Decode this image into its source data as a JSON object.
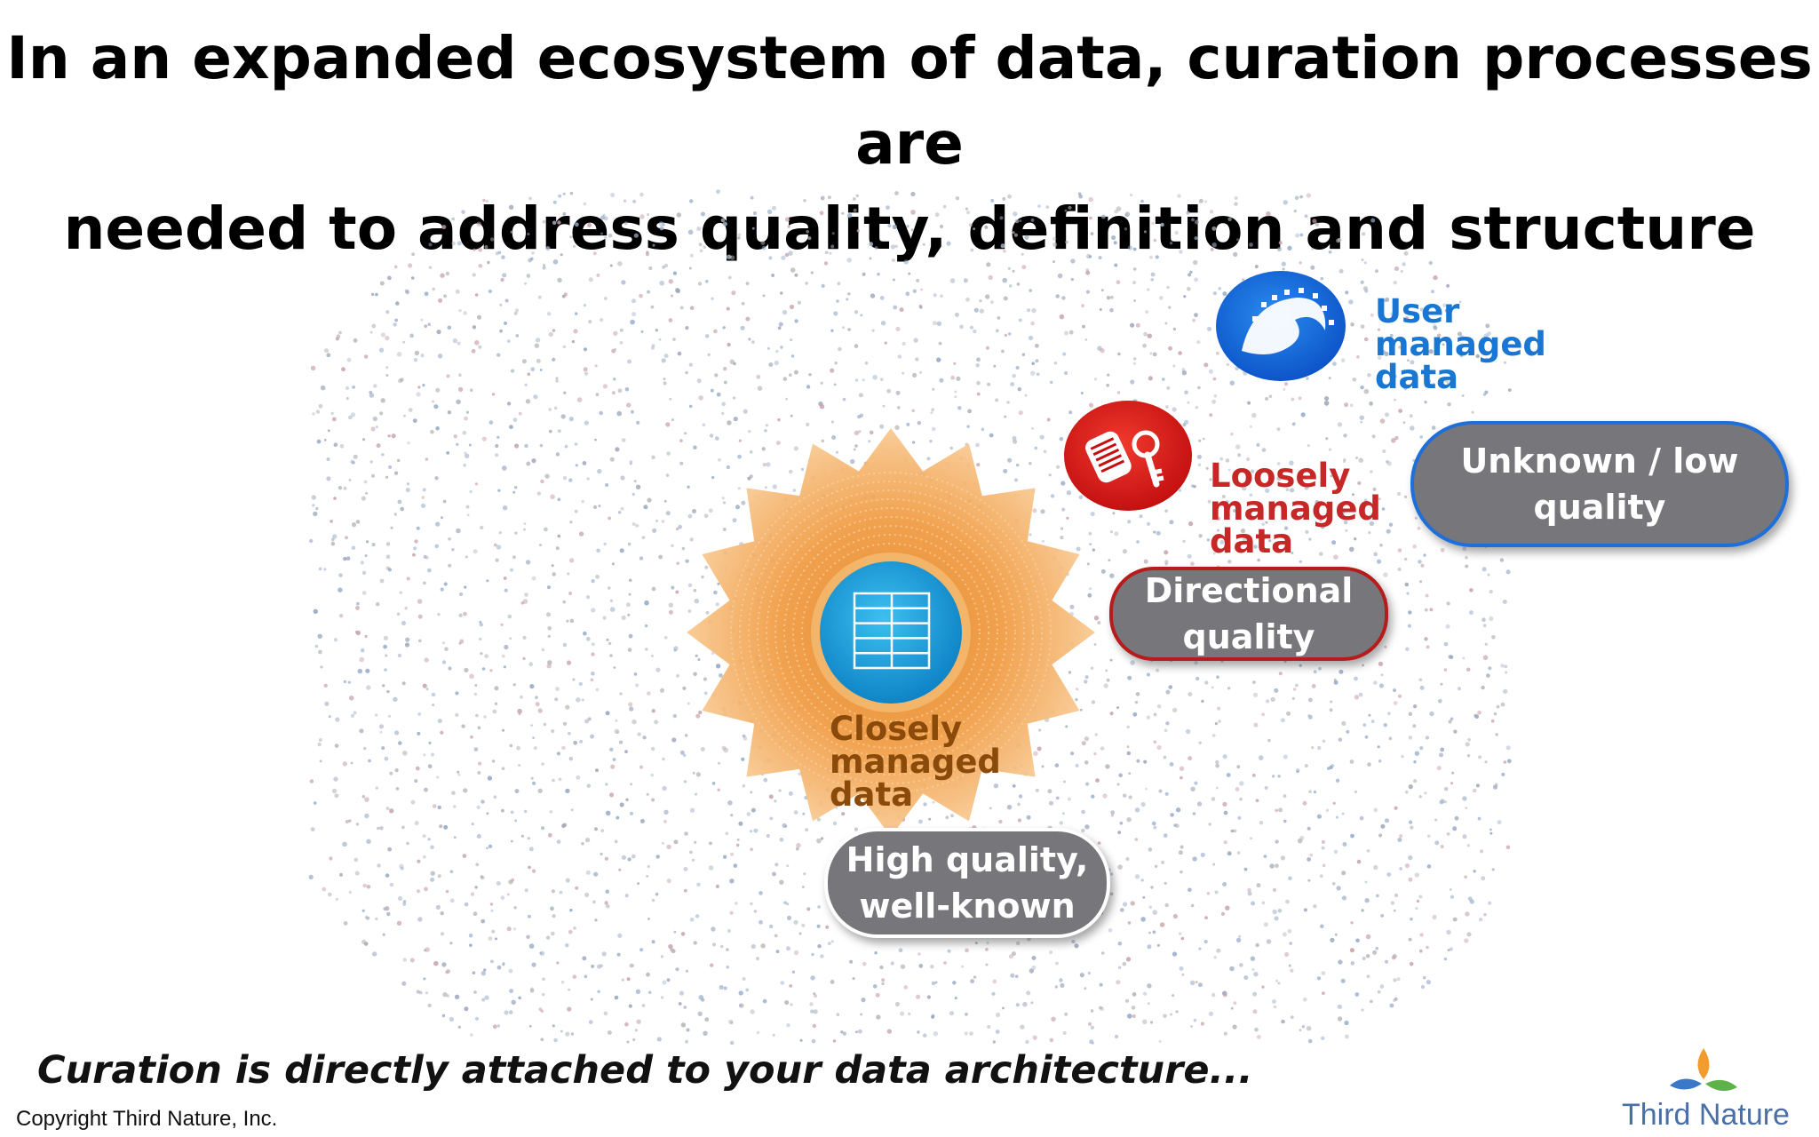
{
  "title": {
    "line1": "In an expanded ecosystem of data, curation processes are",
    "line2": "needed to address quality, definition and structure"
  },
  "categories": [
    {
      "id": "user",
      "lines": [
        "User",
        "managed",
        "data"
      ],
      "color": "#1976d2",
      "icon": "data-wave-icon"
    },
    {
      "id": "loose",
      "lines": [
        "Loosely",
        "managed",
        "data"
      ],
      "color": "#c62828",
      "icon": "tag-key-icon"
    },
    {
      "id": "close",
      "lines": [
        "Closely",
        "managed",
        "data"
      ],
      "color": "#8a4a0a",
      "icon": "database-table-icon"
    }
  ],
  "quality_labels": [
    {
      "id": "unknown",
      "lines": [
        "Unknown / low",
        "quality"
      ],
      "border": "#1e6fd9"
    },
    {
      "id": "directional",
      "lines": [
        "Directional",
        "quality"
      ],
      "border": "#b71c1c"
    },
    {
      "id": "high",
      "lines": [
        "High quality,",
        "well-known"
      ],
      "border": "#ffffff"
    }
  ],
  "footer": {
    "note": "Curation is directly attached to your data architecture...",
    "copyright": "Copyright Third Nature, Inc.",
    "logo_text": "Third Nature"
  },
  "colors": {
    "sunburst_outer": "#f5a04a",
    "sunburst_inner": "#e8892a",
    "core_blue": "#1a9fdc"
  }
}
